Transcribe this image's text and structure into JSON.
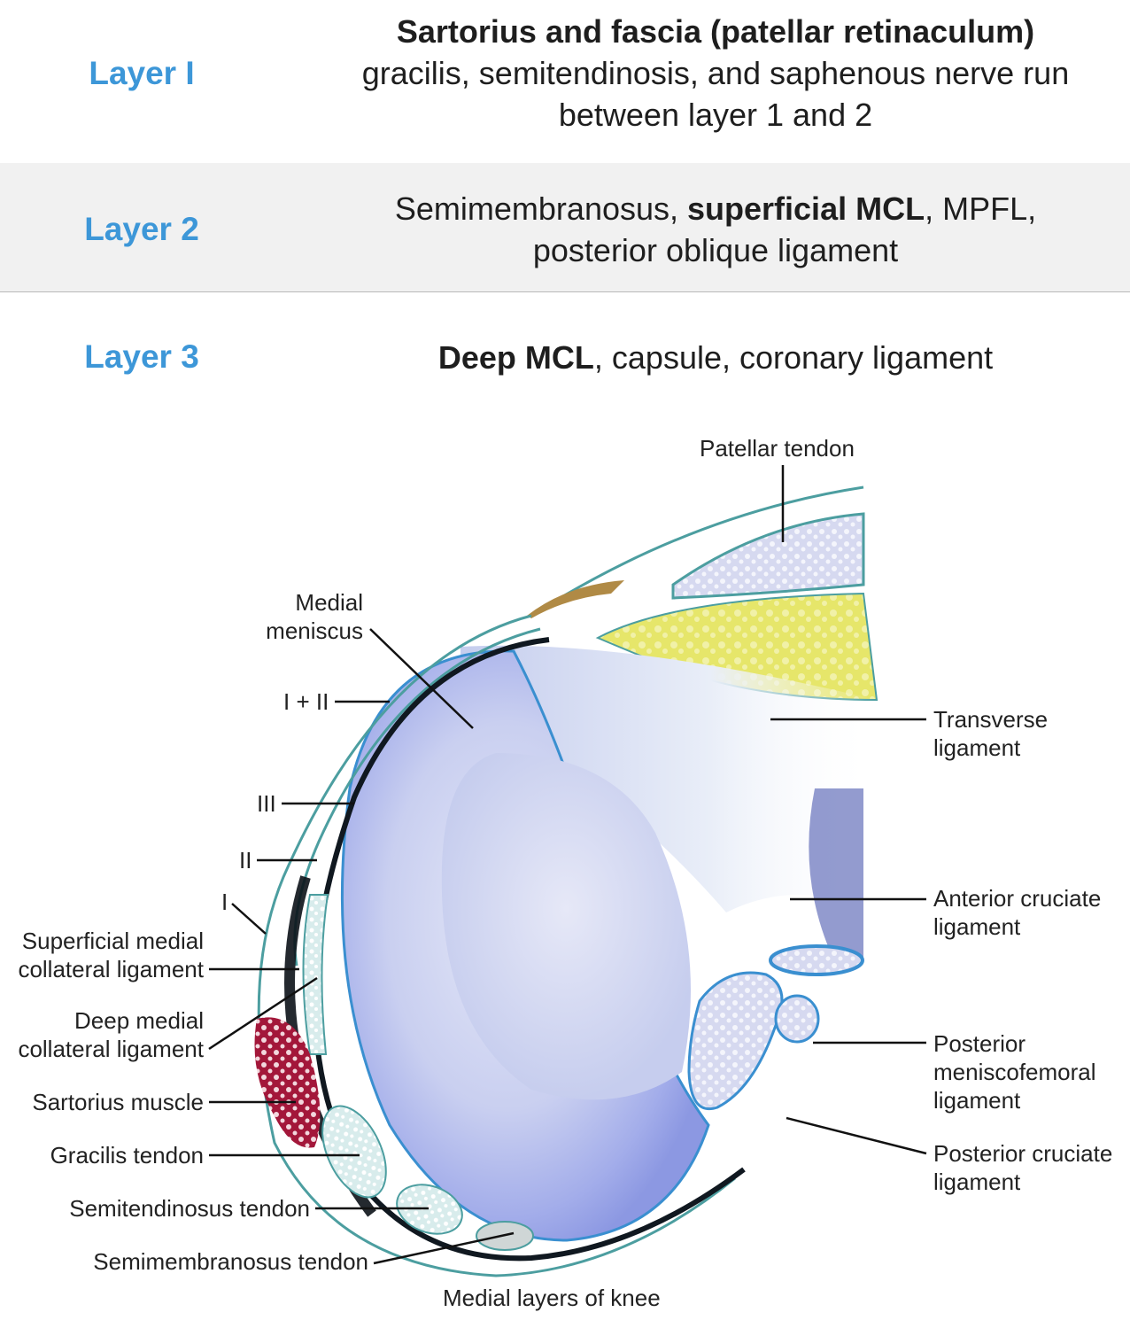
{
  "table": {
    "rows": [
      {
        "label": "Layer I",
        "line1_bold": "Sartorius and fascia (patellar retinaculum)",
        "line2": "gracilis, semitendinosis, and saphenous nerve run",
        "line3": "between layer 1 and 2"
      },
      {
        "label": "Layer 2",
        "part1": "Semimembranosus, ",
        "part2_bold": "superficial MCL",
        "part3": ", MPFL,",
        "line2": "posterior oblique ligament"
      },
      {
        "label": "Layer 3",
        "part1_bold": "Deep MCL",
        "part2": ", capsule, coronary ligament"
      }
    ],
    "label_color": "#3d97d8",
    "band_color": "#f1f1f1"
  },
  "figure": {
    "caption": "Medial layers of knee",
    "labels": {
      "patellar_tendon": "Patellar tendon",
      "medial_meniscus_1": "Medial",
      "medial_meniscus_2": "meniscus",
      "layer_1_2": "I + II",
      "layer_3": "III",
      "layer_2": "II",
      "layer_1": "I",
      "superficial_mcl_1": "Superficial medial",
      "superficial_mcl_2": "collateral ligament",
      "deep_mcl_1": "Deep medial",
      "deep_mcl_2": "collateral ligament",
      "sartorius": "Sartorius muscle",
      "gracilis": "Gracilis tendon",
      "semitendinosus": "Semitendinosus tendon",
      "semimembranosus": "Semimembranosus tendon",
      "transverse_1": "Transverse",
      "transverse_2": "ligament",
      "acl_1": "Anterior cruciate",
      "acl_2": "ligament",
      "pmfl_1": "Posterior",
      "pmfl_2": "meniscofemoral",
      "pmfl_3": "ligament",
      "pcl_1": "Posterior cruciate",
      "pcl_2": "ligament"
    },
    "colors": {
      "meniscus": "#aab3e6",
      "fat_pad": "#e8e86a",
      "patellar_tendon": "#d3d6ef",
      "sartorius": "#a3173a",
      "membrane": "#4c9ea0",
      "outline": "#3a8fd0"
    }
  }
}
